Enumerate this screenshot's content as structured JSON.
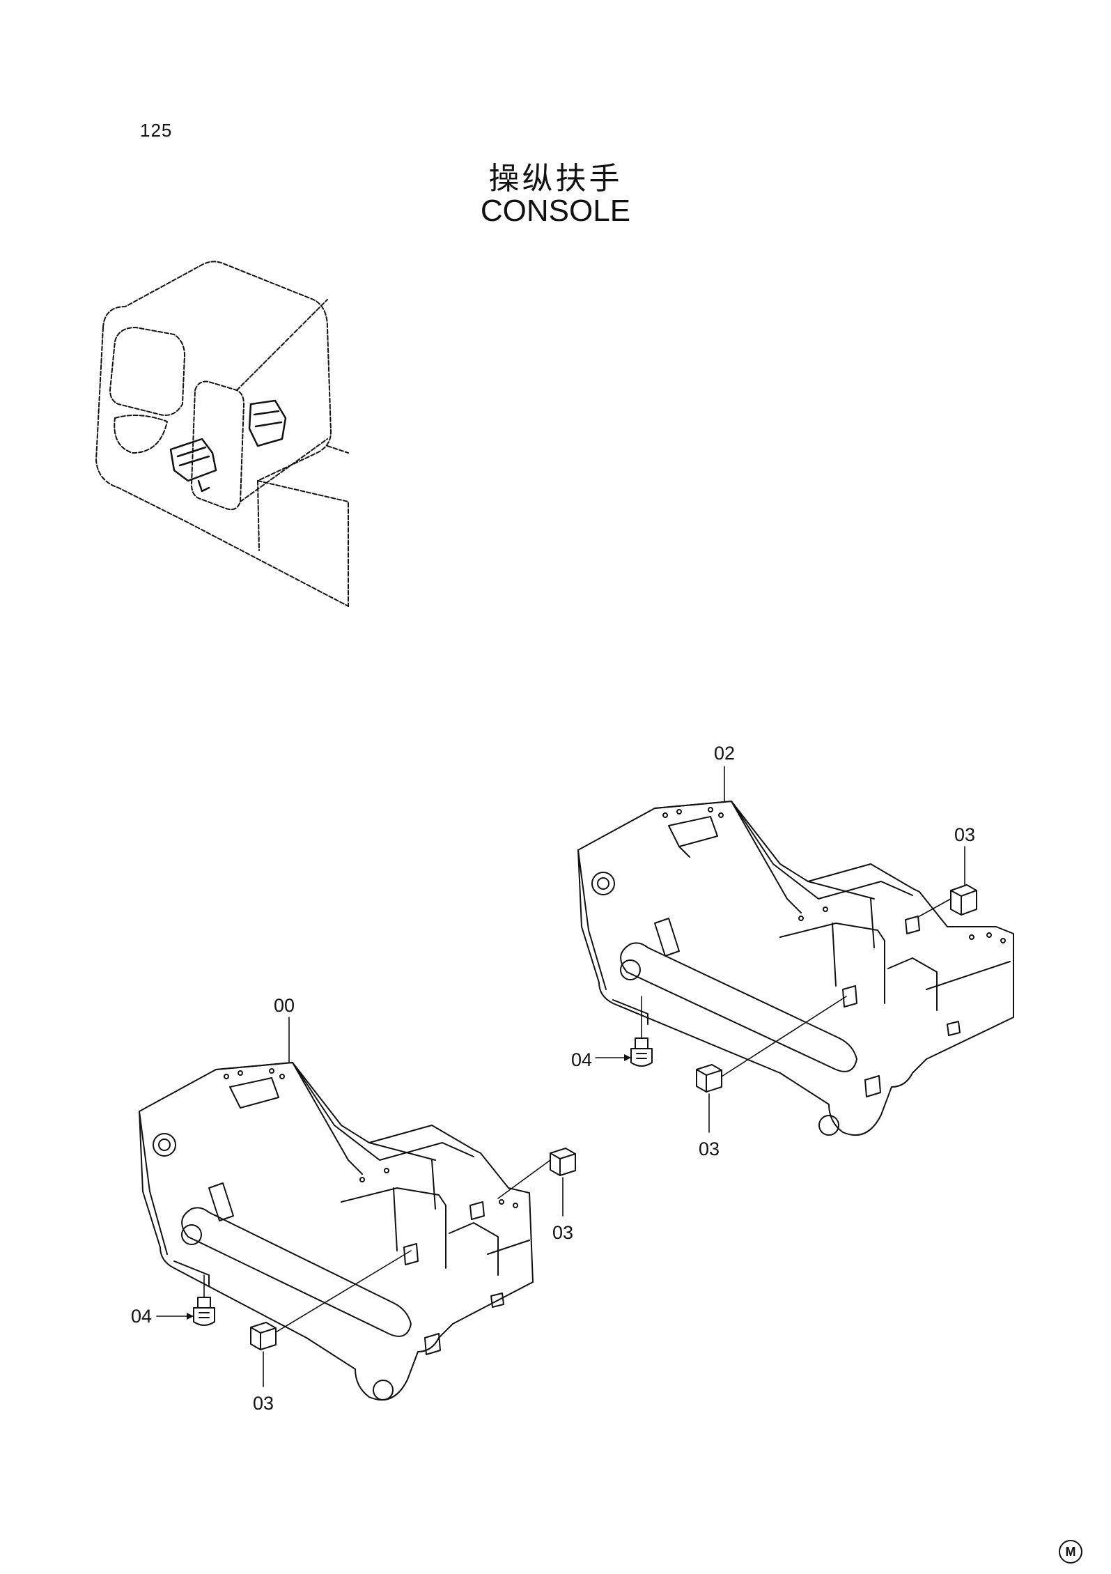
{
  "page": {
    "number": "125"
  },
  "title": {
    "chinese": "操纵扶手",
    "english": "CONSOLE"
  },
  "callouts": {
    "c00": "00",
    "c02": "02",
    "c03_a": "03",
    "c03_b": "03",
    "c03_c": "03",
    "c03_d": "03",
    "c04_a": "04",
    "c04_b": "04"
  },
  "corner_mark": "M"
}
